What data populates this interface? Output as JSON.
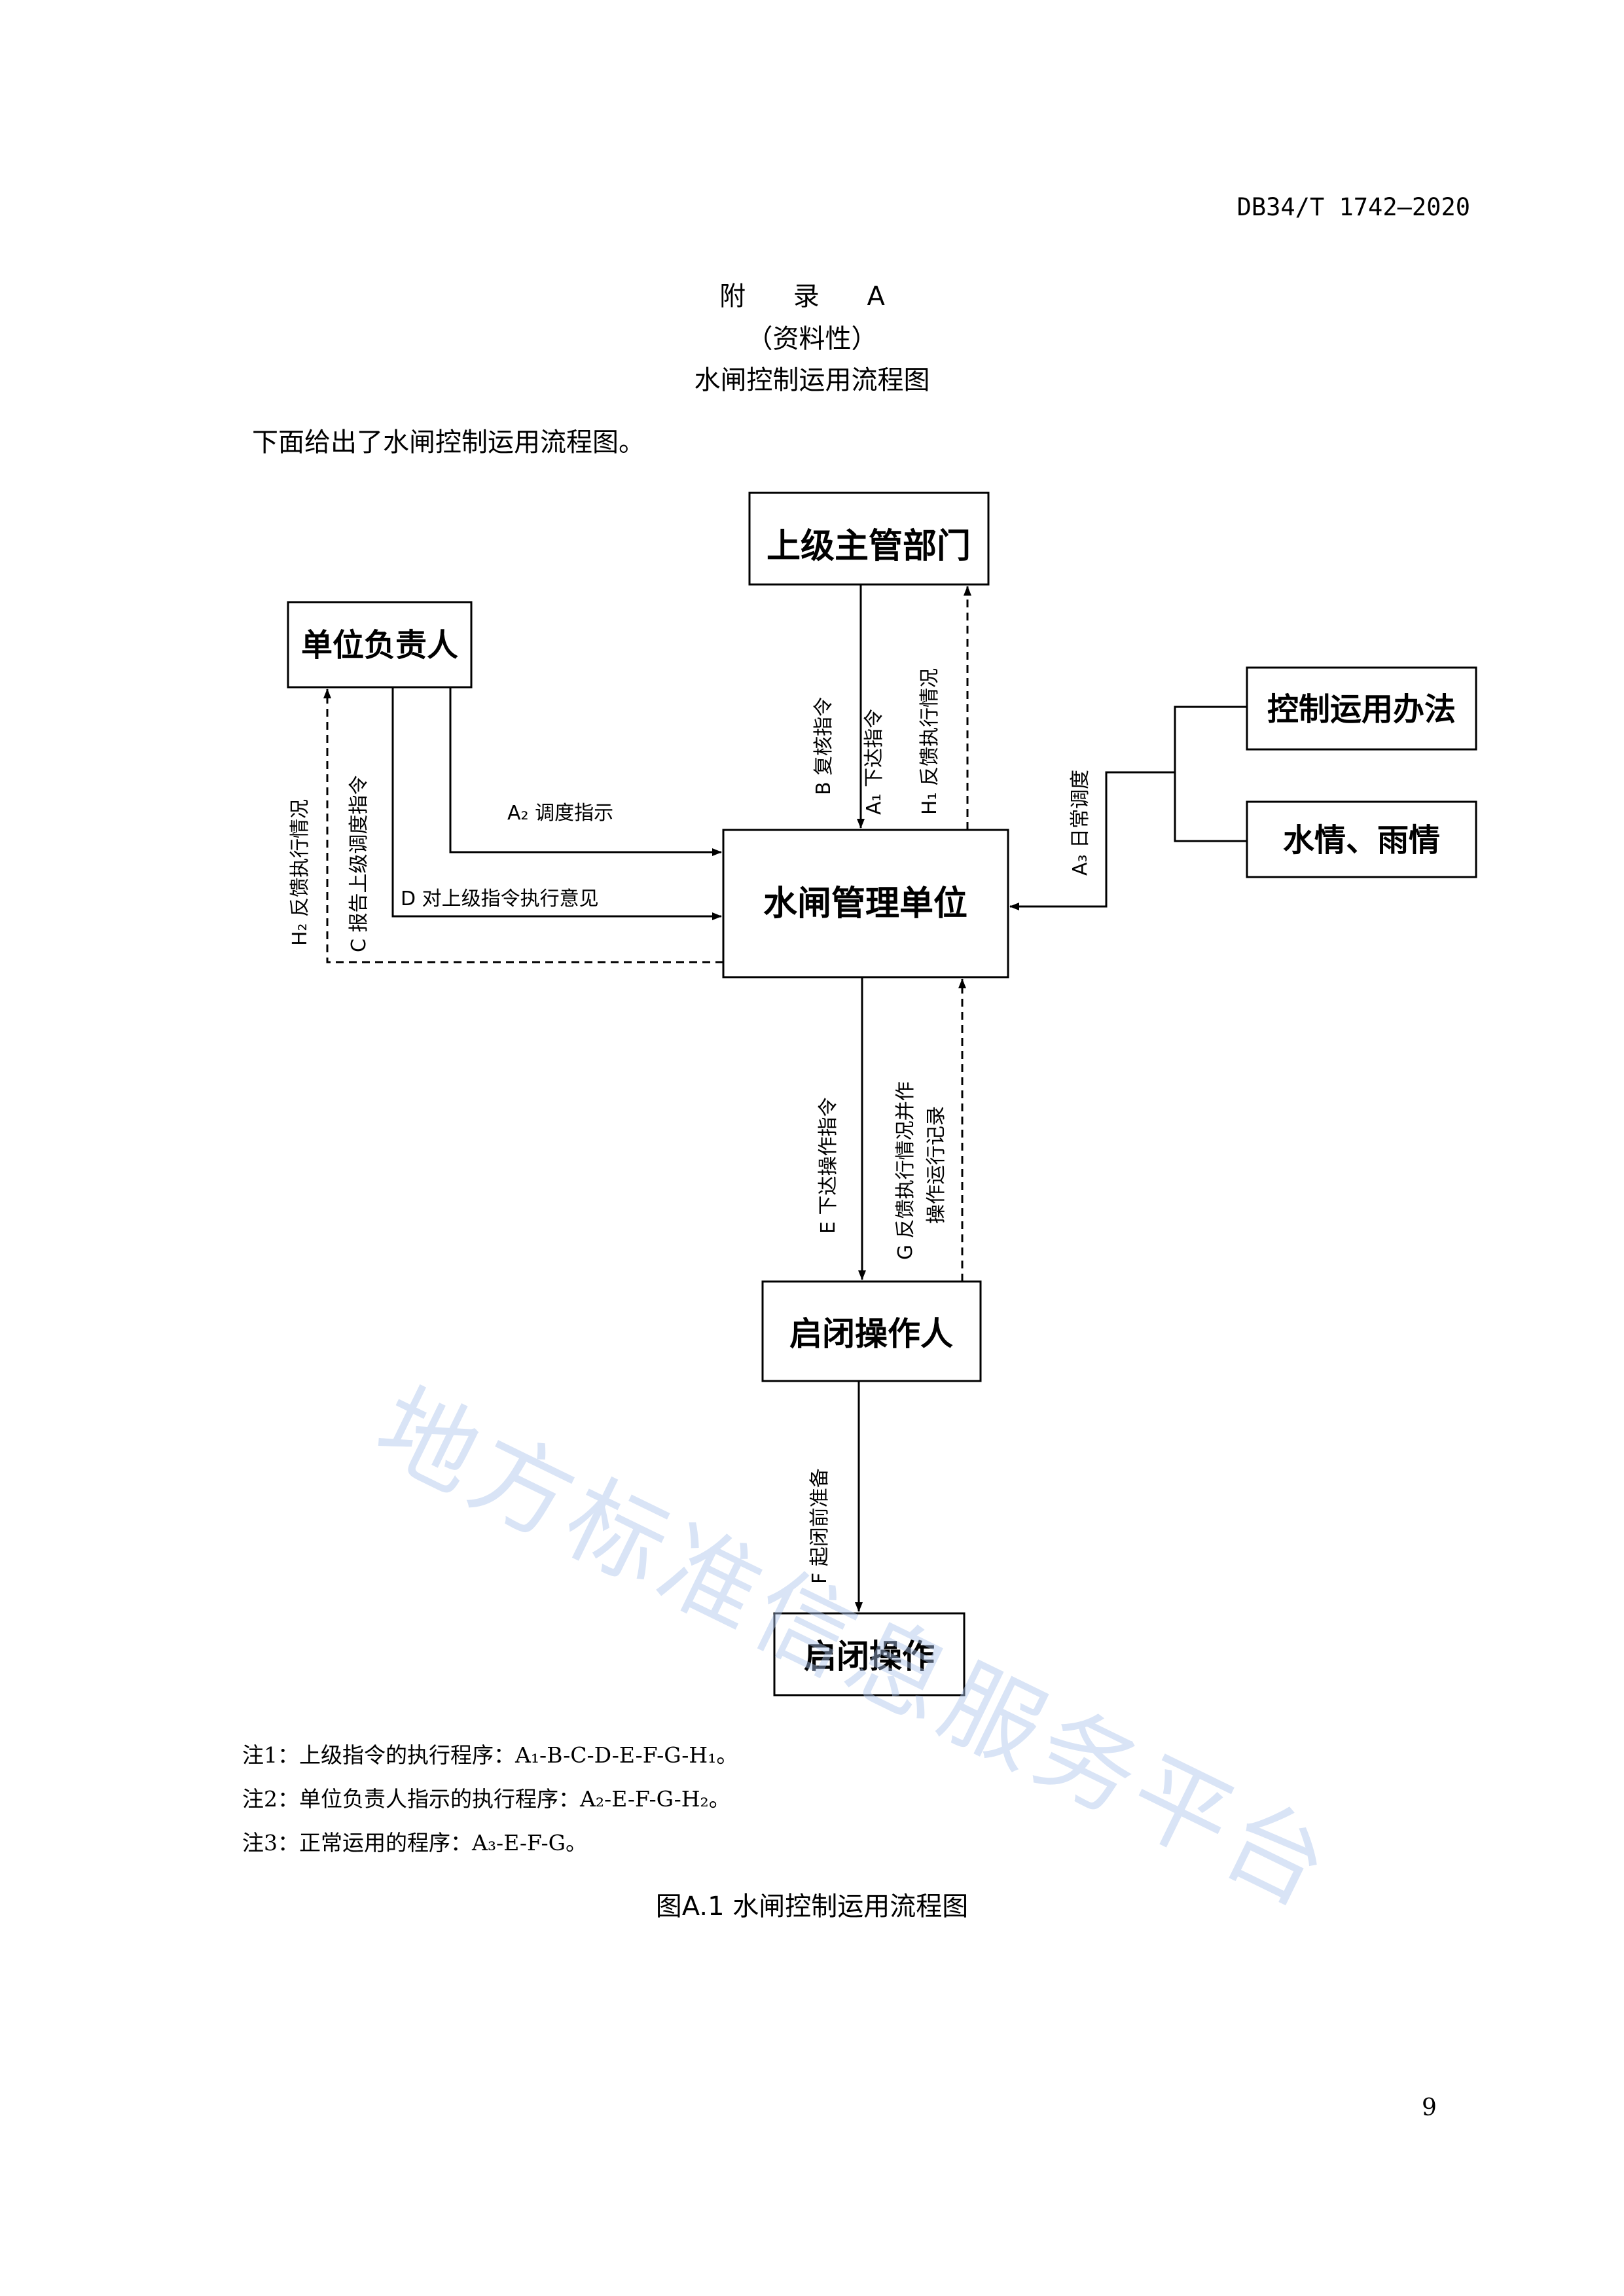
{
  "header": {
    "std_number": "DB34/T 1742—2020"
  },
  "appendix": {
    "label": "附 录 A",
    "note": "（资料性）",
    "title": "水闸控制运用流程图"
  },
  "intro": "下面给出了水闸控制运用流程图。",
  "boxes": {
    "superior": "上级主管部门",
    "unit_head": "单位负责人",
    "control_method": "控制运用办法",
    "water_rain": "水情、雨情",
    "management": "水闸管理单位",
    "operator": "启闭操作人",
    "operation": "启闭操作"
  },
  "edges": {
    "A1": "A₁ 下达指令",
    "B": "B 复核指令",
    "H1": "H₁ 反馈执行情况",
    "A2": "A₂ 调度指示",
    "D": "D 对上级指令执行意见",
    "C": "C 报告上级调度指令",
    "H2": "H₂ 反馈执行情况",
    "A3": "A₃ 日常调度",
    "E": "E 下达操作指令",
    "G1": "G 反馈执行情况并作",
    "G2": "操作运行记录",
    "F": "F 起闭前准备"
  },
  "notes": [
    "注1：上级指令的执行程序：A₁-B-C-D-E-F-G-H₁。",
    "注2：单位负责人指示的执行程序：A₂-E-F-G-H₂。",
    "注3：正常运用的程序：A₃-E-F-G。"
  ],
  "figure_caption": "图A.1 水闸控制运用流程图",
  "page_number": "9",
  "watermark": "地方标准信息服务平台"
}
